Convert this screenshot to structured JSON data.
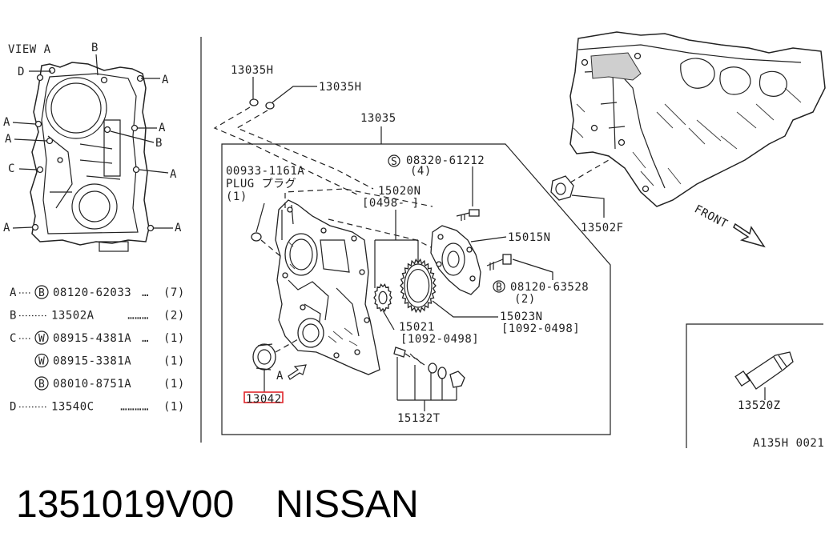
{
  "view": {
    "title": "VIEW A",
    "letters": [
      "A",
      "B",
      "C",
      "D"
    ]
  },
  "legend": [
    {
      "key": "A",
      "circle": "B",
      "part": "08120-62033",
      "dots": "…",
      "qty": "(7)"
    },
    {
      "key": "B",
      "circle": "",
      "part": "13502A",
      "dots": "………",
      "qty": "(2)"
    },
    {
      "key": "C",
      "circle": "W",
      "part": "08915-4381A",
      "dots": "…",
      "qty": "(1)"
    },
    {
      "key": "",
      "circle": "W",
      "part": "08915-3381A",
      "dots": "",
      "qty": "(1)"
    },
    {
      "key": "",
      "circle": "B",
      "part": "08010-8751A",
      "dots": "",
      "qty": "(1)"
    },
    {
      "key": "D",
      "circle": "",
      "part": "13540C",
      "dots": "…………",
      "qty": "(1)"
    }
  ],
  "labels": {
    "p13035h_a": "13035H",
    "p13035h_b": "13035H",
    "p13035": "13035",
    "p00933": "00933-1161A",
    "plug": "PLUG プラグ",
    "plug_qty": "(1)",
    "s_circle": "S",
    "p08320": "08320-61212",
    "p08320_qty": "(4)",
    "p15020n": "15020N",
    "p15020n_range": "[0498-      ]",
    "p15015n": "15015N",
    "b_circle": "B",
    "p08120": "08120-63528",
    "p08120_qty": "(2)",
    "p15023n": "15023N",
    "p15023n_range": "[1092-0498]",
    "p15021": "15021",
    "p15021_range": "[1092-0498]",
    "p13042": "13042",
    "view_a": "A",
    "p15132t": "15132T",
    "p13502f": "13502F",
    "front": "FRONT",
    "p13520z": "13520Z",
    "diagram_code": "A135H 0021"
  },
  "footer": {
    "part_number": "1351019V00",
    "brand": "NISSAN"
  },
  "colors": {
    "highlight": "#e0262b",
    "line": "#222222"
  }
}
